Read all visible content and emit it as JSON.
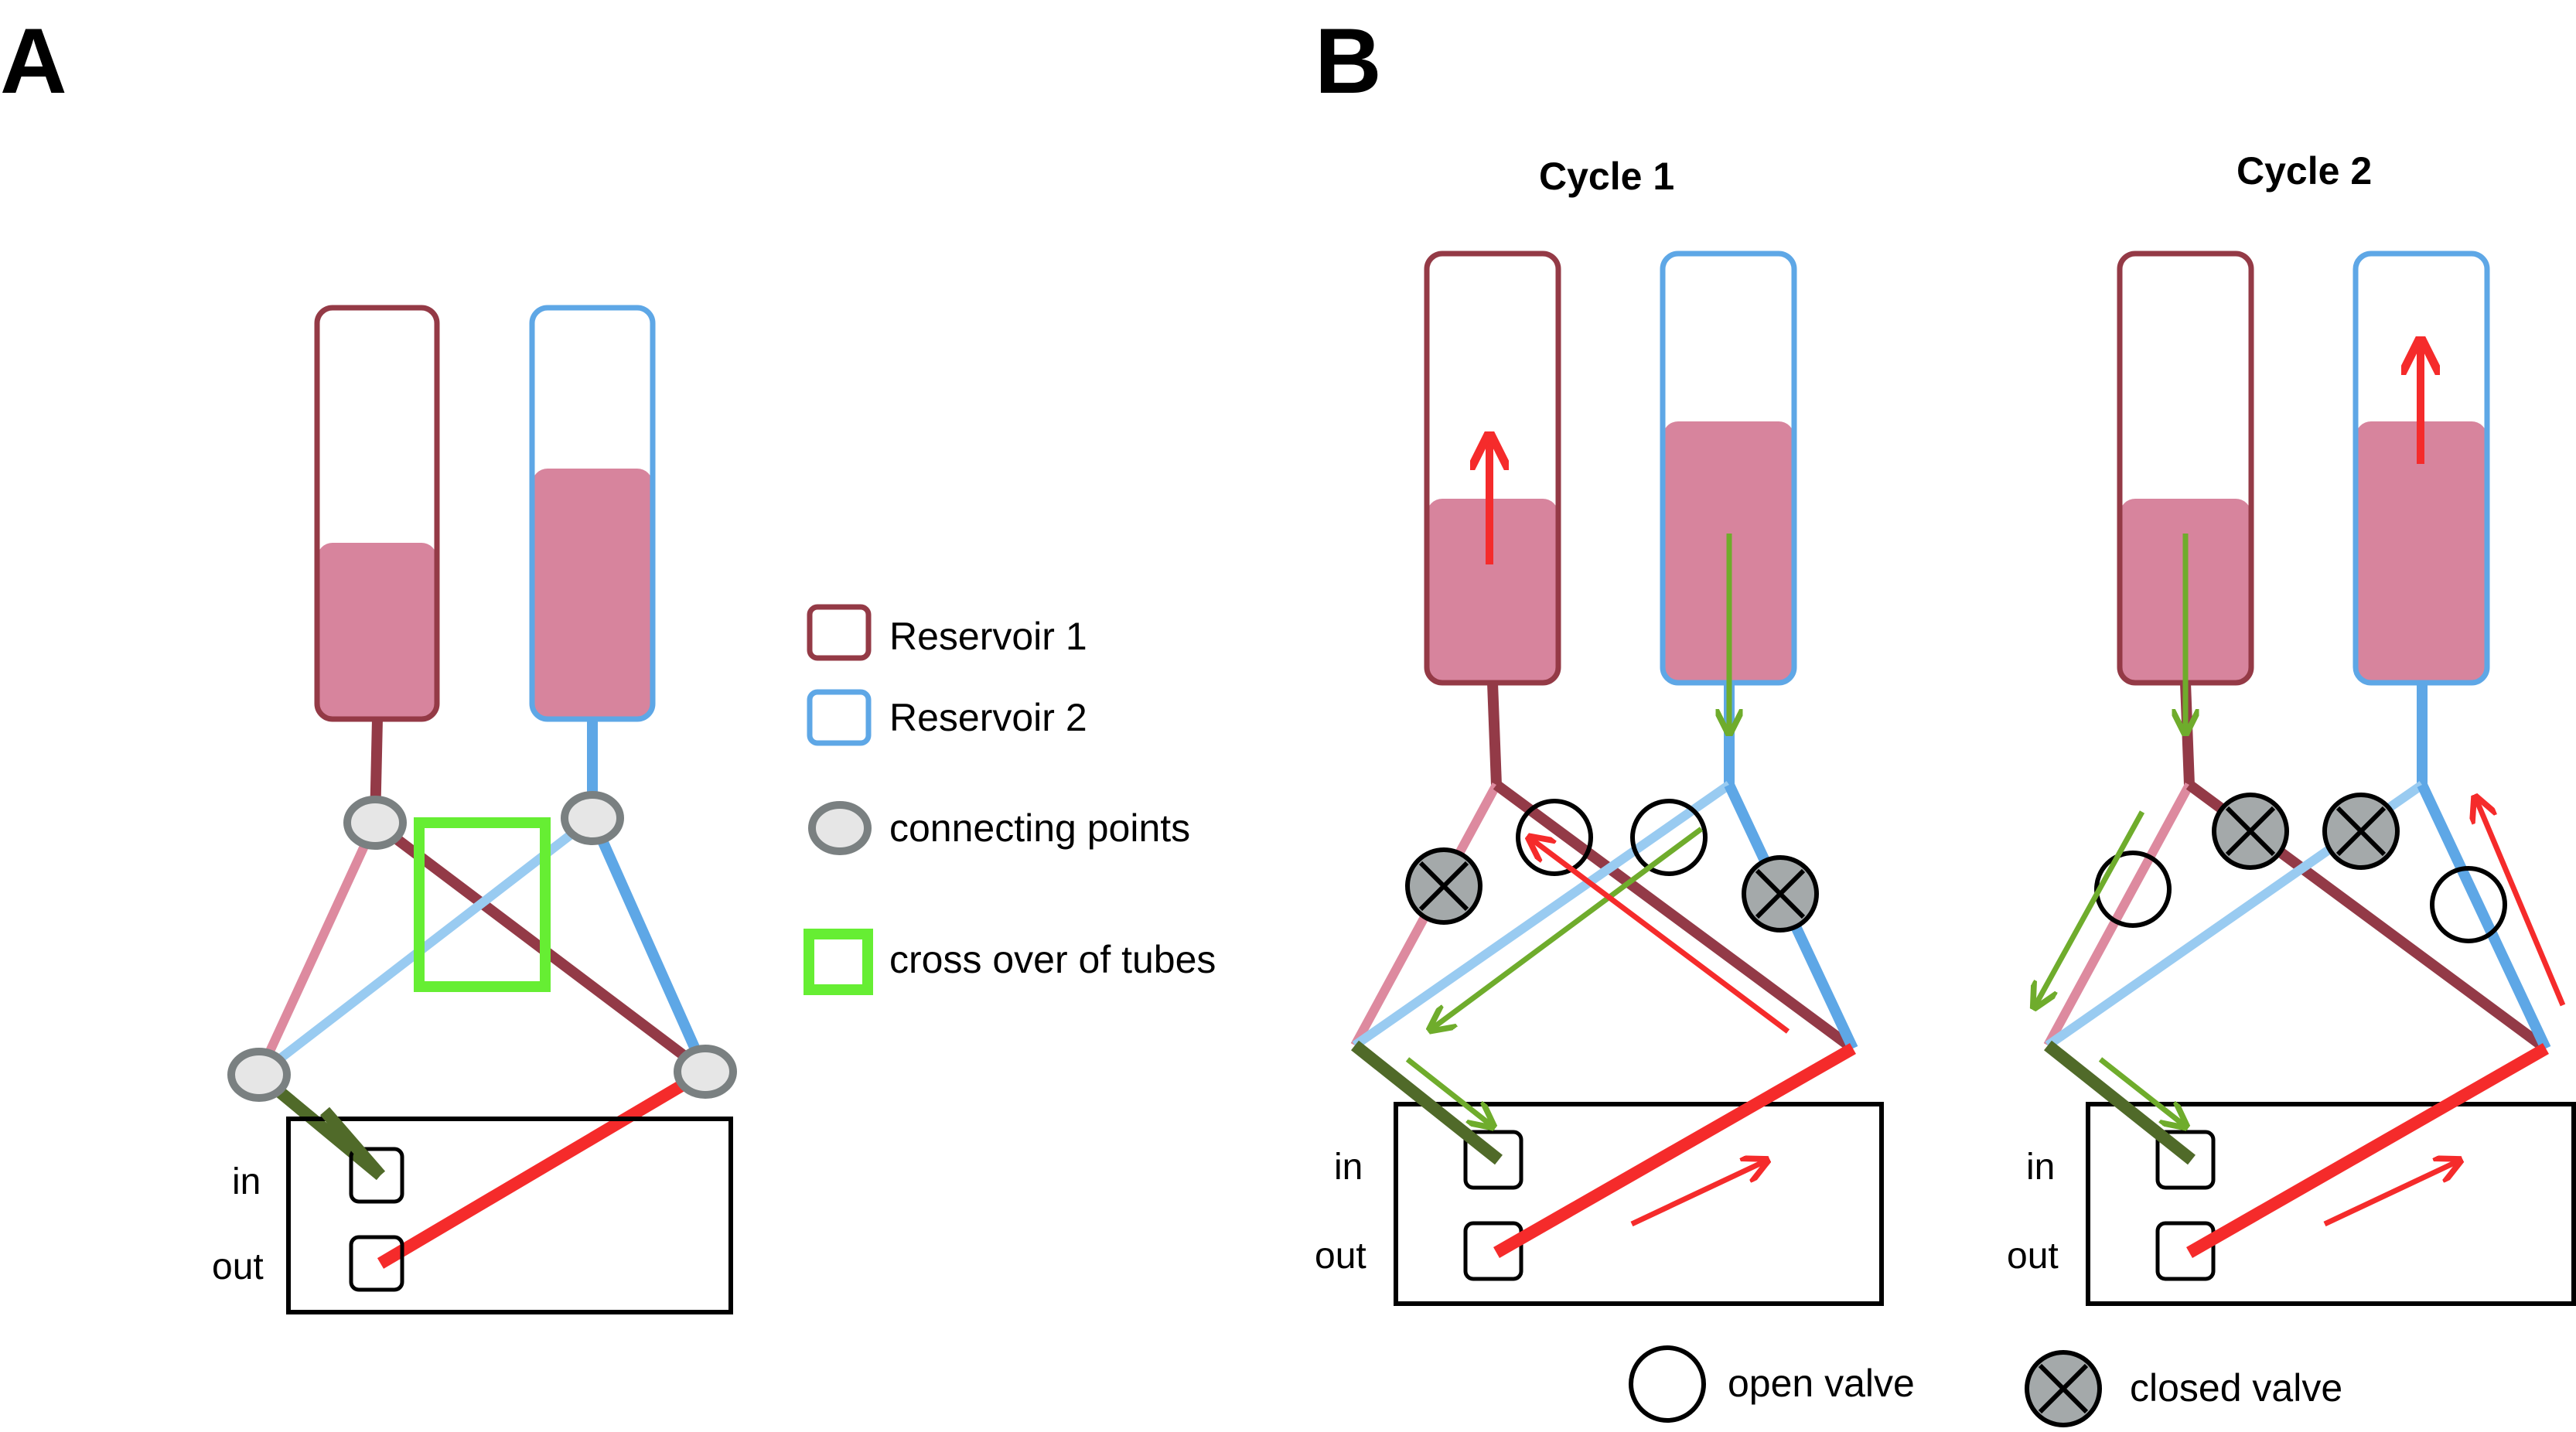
{
  "panels": {
    "a_label": "A",
    "b_label": "B"
  },
  "cycles": {
    "cycle1_title": "Cycle 1",
    "cycle2_title": "Cycle 2"
  },
  "legend_a": {
    "reservoir1": "Reservoir 1",
    "reservoir2": "Reservoir 2",
    "connecting_points": "connecting points",
    "cross_over": "cross over of tubes"
  },
  "legend_b": {
    "open_valve": "open valve",
    "closed_valve": "closed valve"
  },
  "ports": {
    "in": "in",
    "out": "out"
  },
  "colors": {
    "reservoir1_outline": "#943a46",
    "reservoir2_outline": "#5ea7e6",
    "fluid": "#d7849d",
    "tube_dark_red": "#933a47",
    "tube_pink": "#dd8a9f",
    "tube_light_blue": "#99cbf1",
    "tube_blue": "#5ea7e6",
    "tube_in_green": "#506a29",
    "tube_out_red": "#f52b2b",
    "flow_green": "#6fac2c",
    "flow_red": "#f52b2b",
    "crossover_green": "#66ee33",
    "connector_fill": "#e6e6e6",
    "connector_stroke": "#7a8081",
    "closed_valve_fill": "#a4a9aa"
  }
}
